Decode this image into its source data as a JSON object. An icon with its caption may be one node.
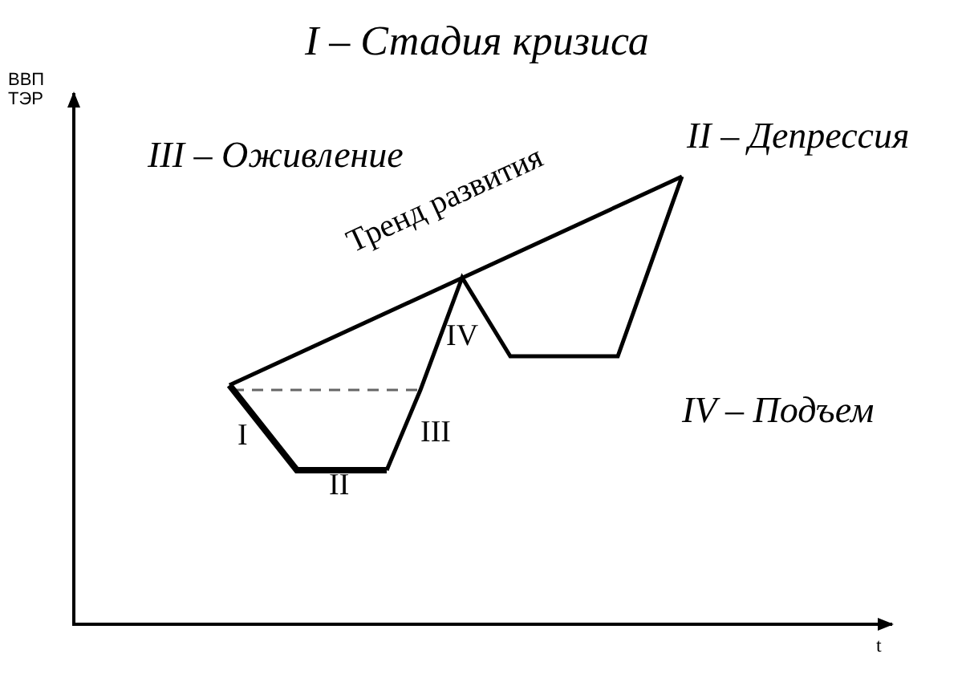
{
  "diagram": {
    "labels": [
      "I – Стадия кризиса",
      "ВВП ТЭР",
      "III – Оживление",
      "II – Депрессия",
      "Тренд развития",
      "IV",
      "I",
      "III",
      "IV – Подъем",
      "II",
      "t"
    ]
  }
}
